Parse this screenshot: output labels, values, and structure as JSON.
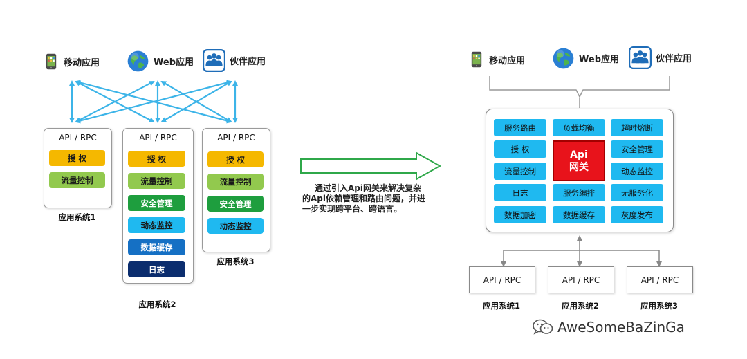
{
  "clients": {
    "mobile": "移动应用",
    "web": "Web应用",
    "partner": "伙伴应用"
  },
  "left": {
    "api_label": "API / RPC",
    "system1": {
      "caption": "应用系统1",
      "blocks": [
        "授 权",
        "流量控制"
      ]
    },
    "system2": {
      "caption": "应用系统2",
      "blocks": [
        "授 权",
        "流量控制",
        "安全管理",
        "动态监控",
        "数据缓存",
        "日志"
      ]
    },
    "system3": {
      "caption": "应用系统3",
      "blocks": [
        "授 权",
        "流量控制",
        "安全管理",
        "动态监控"
      ]
    }
  },
  "arrow_text": {
    "line1": "通过引入Api网关来解决复杂",
    "line2": "的Api依赖管理和路由问题，并进",
    "line3": "一步实现跨平台、跨语言。"
  },
  "gateway": {
    "core_line1": "Api",
    "core_line2": "网关",
    "cells": {
      "c1": "服务路由",
      "c2": "负载均衡",
      "c3": "超时熔断",
      "c4": "授 权",
      "c6": "安全管理",
      "c7": "流量控制",
      "c9": "动态监控",
      "c10": "日志",
      "c11": "服务编排",
      "c12": "无服务化",
      "c13": "数据加密",
      "c14": "数据缓存",
      "c15": "灰度发布"
    }
  },
  "right": {
    "api_label": "API / RPC",
    "captions": [
      "应用系统1",
      "应用系统2",
      "应用系统3"
    ]
  },
  "watermark": "AweSomeBaZinGa",
  "colors": {
    "arrow_blue": "#3cb4e8",
    "yellow": "#f5b800",
    "light_green": "#92c94e",
    "green": "#1e9e3e",
    "sky": "#1fb9f0",
    "blue": "#1570c4",
    "navy": "#0b2d6e",
    "core_red": "#e8131b"
  }
}
